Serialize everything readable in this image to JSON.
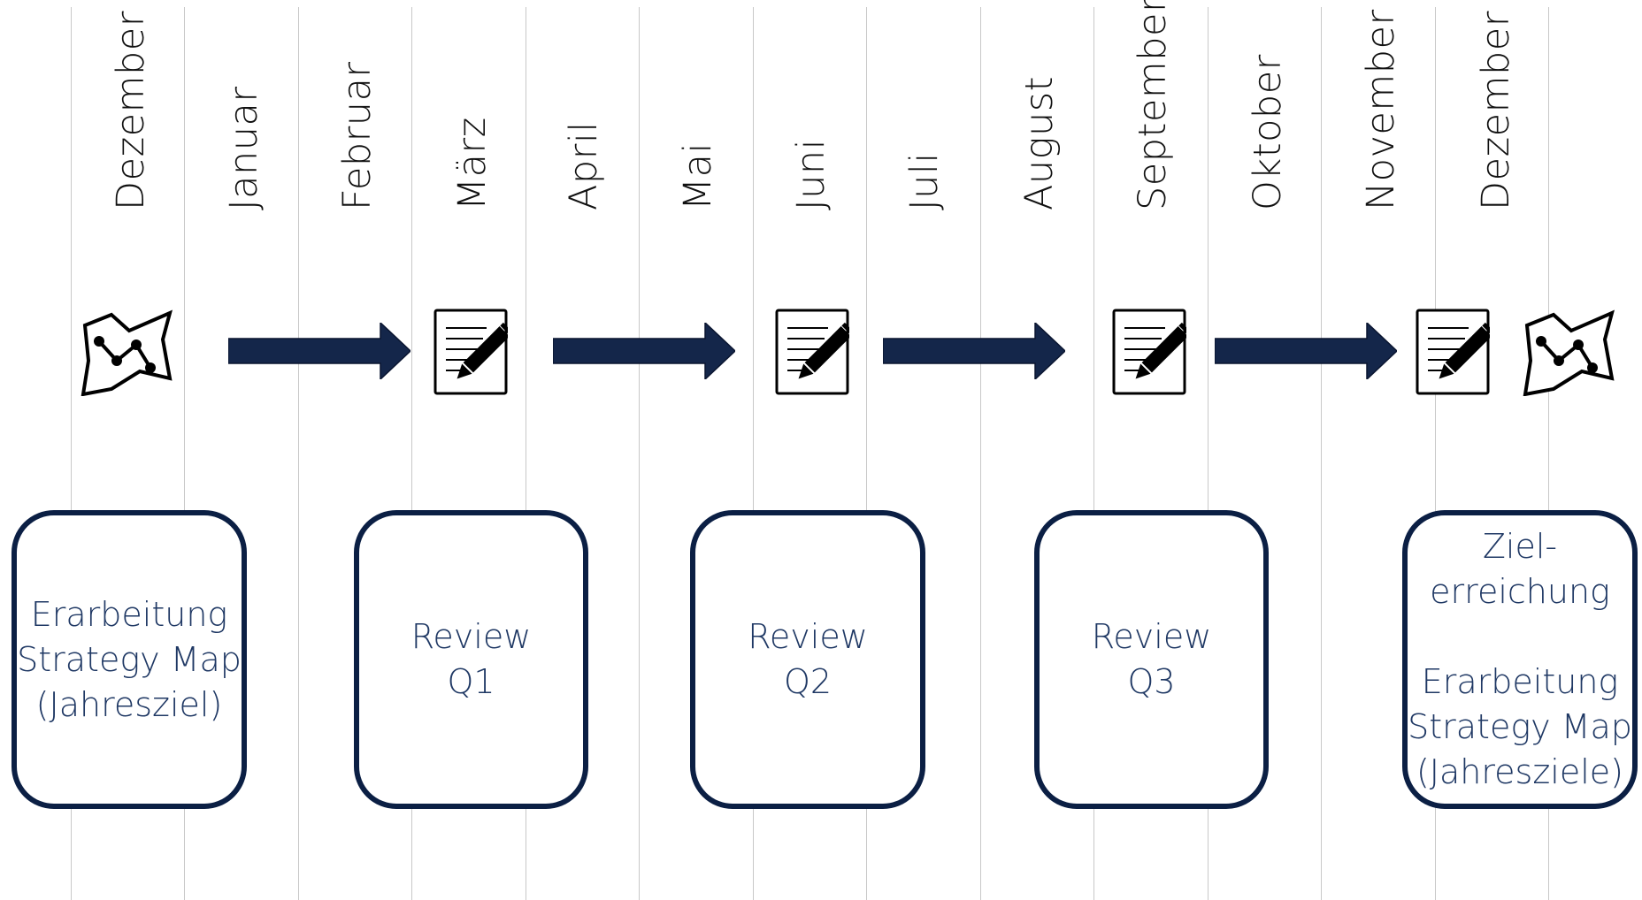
{
  "months": [
    "Dezember",
    "Januar",
    "Februar",
    "März",
    "April",
    "Mai",
    "Juni",
    "Juli",
    "August",
    "September",
    "Oktober",
    "November",
    "Dezember"
  ],
  "icons": [
    {
      "name": "strategy-map-icon-start",
      "kind": "map"
    },
    {
      "name": "review-document-icon-q1",
      "kind": "document"
    },
    {
      "name": "review-document-icon-q2",
      "kind": "document"
    },
    {
      "name": "review-document-icon-q3",
      "kind": "document"
    },
    {
      "name": "review-document-icon-q4",
      "kind": "document"
    },
    {
      "name": "strategy-map-icon-end",
      "kind": "map"
    }
  ],
  "boxes": [
    {
      "lines": [
        "Erarbeitung",
        "Strategy Map",
        "(Jahresziel)"
      ]
    },
    {
      "lines": [
        "Review",
        "Q1"
      ]
    },
    {
      "lines": [
        "Review",
        "Q2"
      ]
    },
    {
      "lines": [
        "Review",
        "Q3"
      ]
    },
    {
      "lines": [
        "Ziel-",
        "erreichung",
        "",
        "Erarbeitung",
        "Strategy Map",
        "(Jahresziele)"
      ]
    }
  ],
  "colors": {
    "arrow": "#14264a",
    "box_border": "#0b1f44",
    "box_text": "#1f3864",
    "gridline": "#c8c8c8",
    "month_text": "#111111"
  }
}
